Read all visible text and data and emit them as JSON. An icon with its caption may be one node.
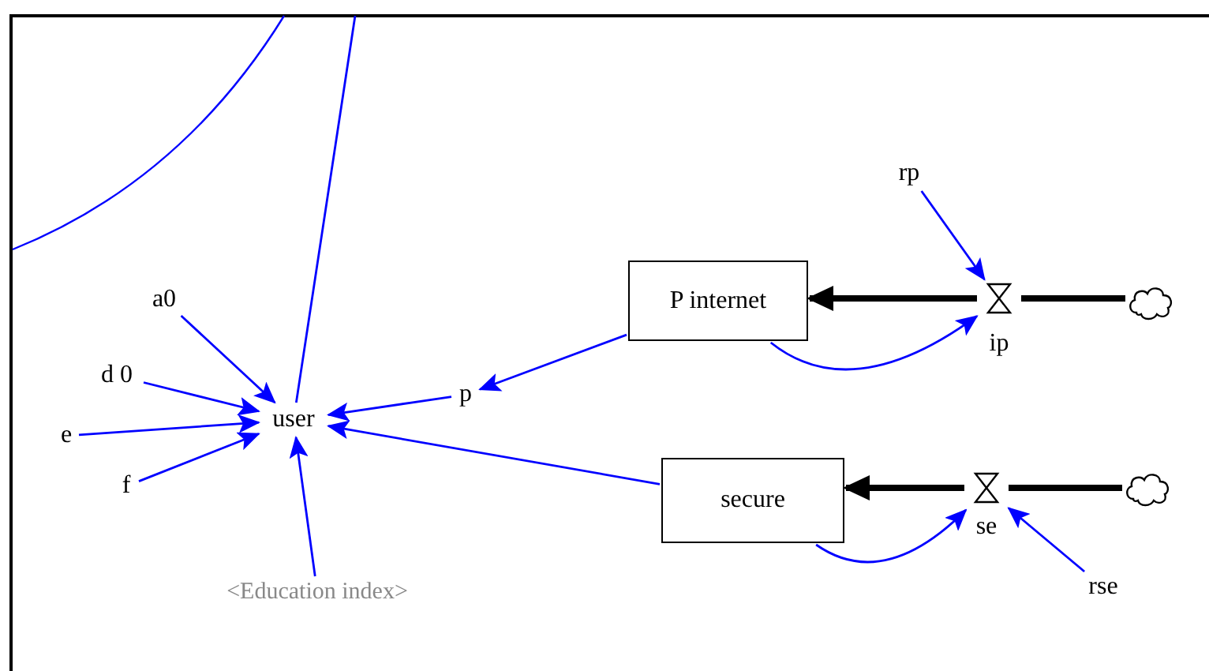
{
  "diagram": {
    "nodes": [
      {
        "text": [
          "user"
        ]
      },
      {
        "text": [
          "a0"
        ]
      },
      {
        "text": [
          "d 0"
        ]
      },
      {
        "text": [
          "e"
        ]
      },
      {
        "text": [
          "f"
        ]
      },
      {
        "text": [
          "<Education index>"
        ]
      },
      {
        "text": [
          "p"
        ]
      },
      {
        "text": [
          "P internet"
        ]
      },
      {
        "text": [
          "secure"
        ]
      },
      {
        "text": [
          "ip"
        ]
      },
      {
        "text": [
          "rp"
        ]
      },
      {
        "text": [],
        "shape": "cloud"
      },
      {
        "text": [
          "se"
        ]
      },
      {
        "text": [
          "rse"
        ]
      },
      {
        "text": [],
        "shape": "cloud"
      }
    ],
    "edges": [
      {
        "from": 1,
        "to": 0,
        "arrow": "to"
      },
      {
        "from": 2,
        "to": 0,
        "arrow": "to"
      },
      {
        "from": 3,
        "to": 0,
        "arrow": "to"
      },
      {
        "from": 4,
        "to": 0,
        "arrow": "to"
      },
      {
        "from": 5,
        "to": 0,
        "arrow": "to"
      },
      {
        "from": 6,
        "to": 0,
        "arrow": "to"
      },
      {
        "from": 7,
        "to": 6,
        "arrow": "to"
      },
      {
        "from": 8,
        "to": 0,
        "arrow": "to"
      },
      {
        "from": null,
        "to": 0,
        "arrow": "none"
      },
      {
        "from": 10,
        "to": 9,
        "arrow": "to"
      },
      {
        "from": 7,
        "to": 9,
        "arrow": "to"
      },
      {
        "from": 13,
        "to": 12,
        "arrow": "to"
      },
      {
        "from": 8,
        "to": 12,
        "arrow": "to"
      },
      {
        "from": 11,
        "to": 9,
        "arrow": "none",
        "style": "thick",
        "color": "#000000"
      },
      {
        "from": 9,
        "to": 7,
        "arrow": "to",
        "style": "thick",
        "color": "#000000"
      },
      {
        "from": 14,
        "to": 12,
        "arrow": "none",
        "style": "thick",
        "color": "#000000"
      },
      {
        "from": 12,
        "to": 8,
        "arrow": "to",
        "style": "thick",
        "color": "#000000"
      }
    ]
  }
}
